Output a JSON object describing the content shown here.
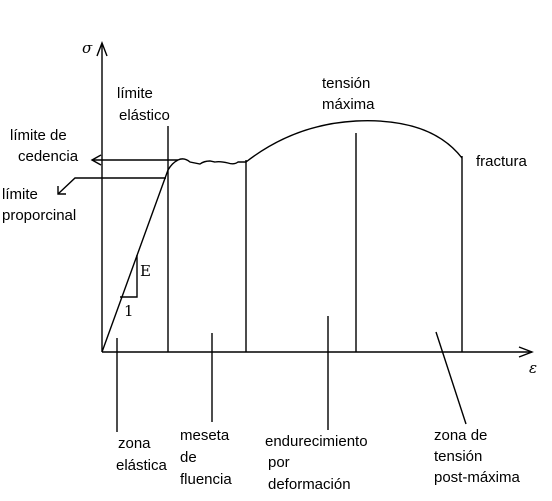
{
  "axes": {
    "y_symbol": "σ",
    "x_symbol": "ε"
  },
  "slope": {
    "modulus_label": "E",
    "unit_label": "1"
  },
  "top_labels": {
    "elastic_limit": [
      "límite",
      "elástico"
    ],
    "max_stress": [
      "tensión",
      "máxima"
    ],
    "fracture": "fractura"
  },
  "left_labels": {
    "yield_limit": [
      "límite de",
      "cedencia"
    ],
    "proportional_limit": [
      "límite",
      "proporcinal"
    ]
  },
  "zones": {
    "elastic": [
      "zona",
      "elástica"
    ],
    "yield_plateau": [
      "meseta",
      "de",
      "fluencia"
    ],
    "hardening": [
      "endurecimiento",
      "por",
      "deformación"
    ],
    "post_max": [
      "zona de",
      "tensión",
      "post-máxima"
    ]
  }
}
